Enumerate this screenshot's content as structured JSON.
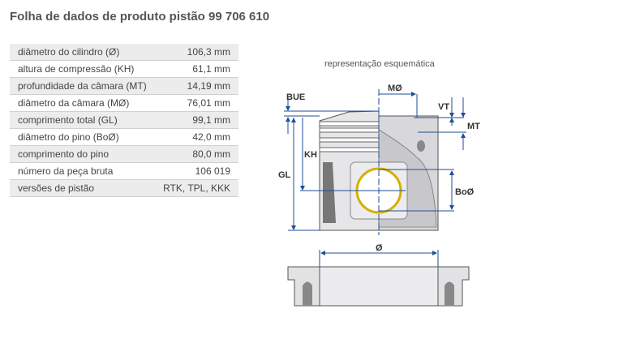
{
  "title": "Folha de dados de produto pistão 99 706 610",
  "specs": [
    {
      "label": "diâmetro do cilindro (Ø)",
      "value": "106,3 mm"
    },
    {
      "label": "altura de compressão (KH)",
      "value": "61,1 mm"
    },
    {
      "label": "profundidade da câmara (MT)",
      "value": "14,19 mm"
    },
    {
      "label": "diâmetro da câmara (MØ)",
      "value": "76,01 mm"
    },
    {
      "label": "comprimento total (GL)",
      "value": "99,1 mm"
    },
    {
      "label": "diâmetro do pino (BoØ)",
      "value": "42,0 mm"
    },
    {
      "label": "comprimento do pino",
      "value": "80,0 mm"
    },
    {
      "label": "número da peça bruta",
      "value": "106 019"
    },
    {
      "label": "versões de pistão",
      "value": "RTK, TPL, KKK"
    }
  ],
  "diagram": {
    "caption": "representação esquemática",
    "labels": {
      "bue": "BUE",
      "mo": "MØ",
      "vt": "VT",
      "mt": "MT",
      "kh": "KH",
      "gl": "GL",
      "bo": "BoØ",
      "d": "Ø"
    },
    "line_color": "#1f4e96",
    "pin_color": "#d4b000"
  }
}
